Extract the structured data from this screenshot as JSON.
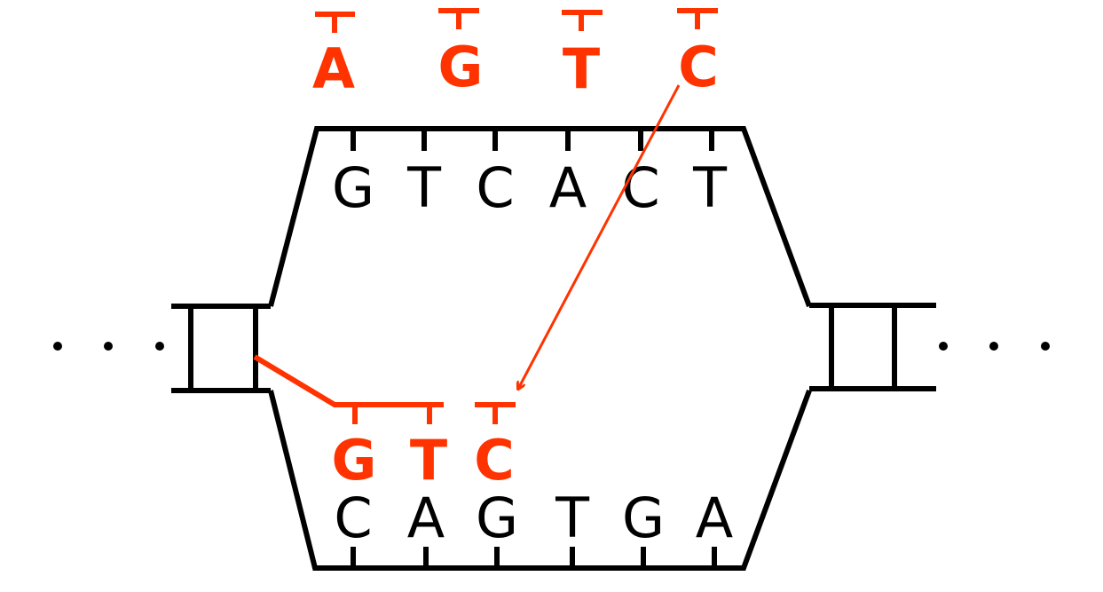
{
  "colors": {
    "strand": "#000000",
    "new_nucleotides": "#ff3300"
  },
  "template_strand_top": [
    "G",
    "T",
    "C",
    "A",
    "C",
    "T"
  ],
  "template_strand_bottom": [
    "C",
    "A",
    "G",
    "T",
    "G",
    "A"
  ],
  "free_nucleotides": [
    "A",
    "G",
    "T",
    "C"
  ],
  "new_strand": [
    "G",
    "T",
    "C"
  ],
  "continuation_left": "...",
  "continuation_right": "..."
}
